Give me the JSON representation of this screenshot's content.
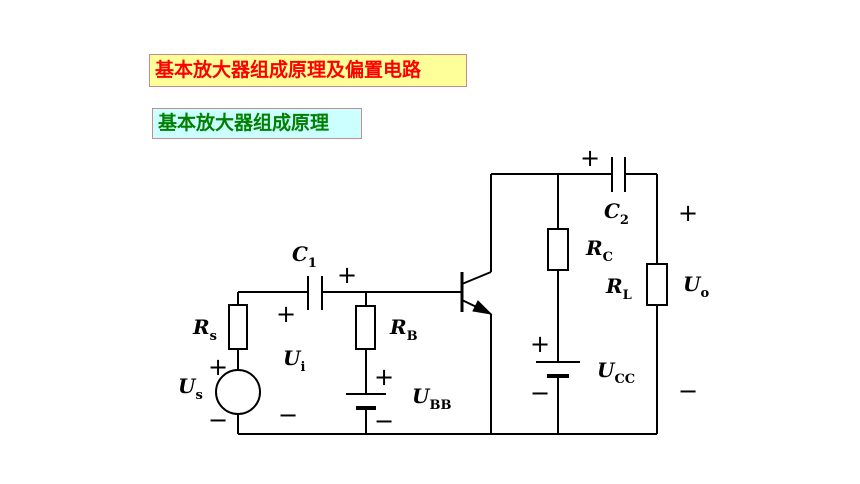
{
  "titles": {
    "main": "基本放大器组成原理及偏置电路",
    "sub": "基本放大器组成原理"
  },
  "labels": {
    "C1": {
      "main": "C",
      "sub": "1"
    },
    "C2": {
      "main": "C",
      "sub": "2"
    },
    "Rs": {
      "main": "R",
      "sub": "s"
    },
    "RB": {
      "main": "R",
      "sub": "B"
    },
    "RC": {
      "main": "R",
      "sub": "C"
    },
    "RL": {
      "main": "R",
      "sub": "L"
    },
    "Ui": {
      "main": "U",
      "sub": "i"
    },
    "Us": {
      "main": "U",
      "sub": "s"
    },
    "UBB": {
      "main": "U",
      "sub": "BB"
    },
    "UCC": {
      "main": "U",
      "sub": "CC"
    },
    "Uo": {
      "main": "U",
      "sub": "o"
    }
  },
  "signs": {
    "plus": "+",
    "minus": "−"
  }
}
